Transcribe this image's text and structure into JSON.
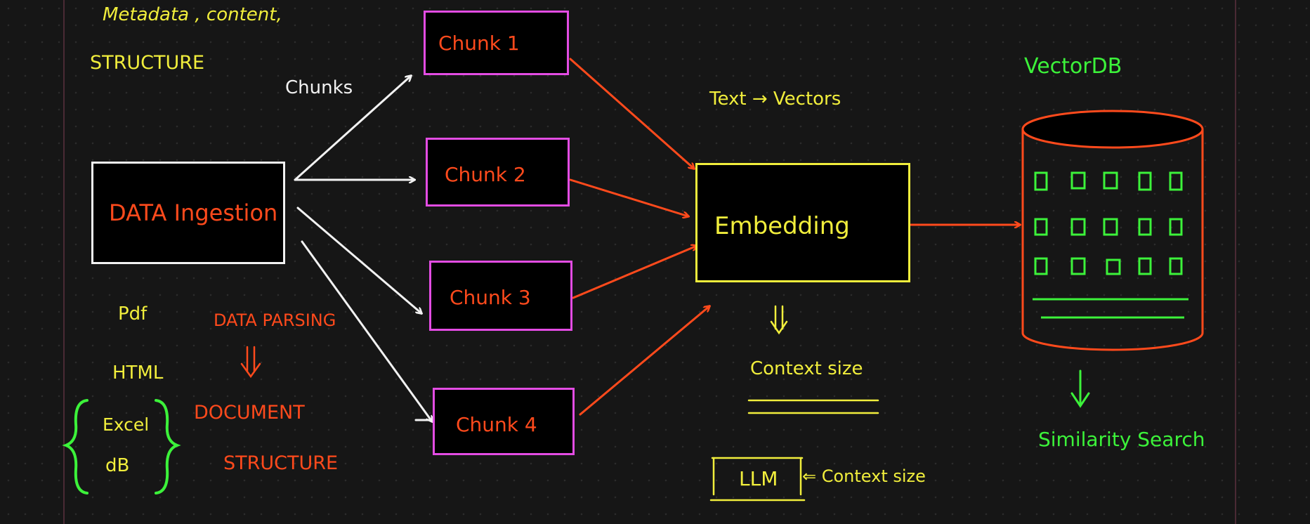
{
  "notes": {
    "metadata_line1": "Metadata , content,",
    "metadata_line2": "STRUCTURE",
    "chunks_label": "Chunks",
    "text_to_vectors": "Text → Vectors",
    "vector_db_label": "VectorDB",
    "context_size": "Context size",
    "llm_label": "LLM",
    "llm_context_note": "⇐ Context size",
    "similarity_search": "Similarity Search"
  },
  "ingestion": {
    "label": "DATA Ingestion",
    "sources": [
      "Pdf",
      "HTML",
      "Excel",
      "dB"
    ],
    "parsing": "DATA PARSING",
    "doc_structure_line1": "DOCUMENT",
    "doc_structure_line2": "STRUCTURE"
  },
  "chunks": [
    "Chunk 1",
    "Chunk 2",
    "Chunk 3",
    "Chunk 4"
  ],
  "embedding": {
    "label": "Embedding"
  },
  "colors": {
    "yellow": "#f1ee3c",
    "white": "#f2f2f2",
    "orange": "#ff4a1c",
    "magenta": "#e34ce3",
    "green": "#3cf23a",
    "background": "#161616"
  }
}
